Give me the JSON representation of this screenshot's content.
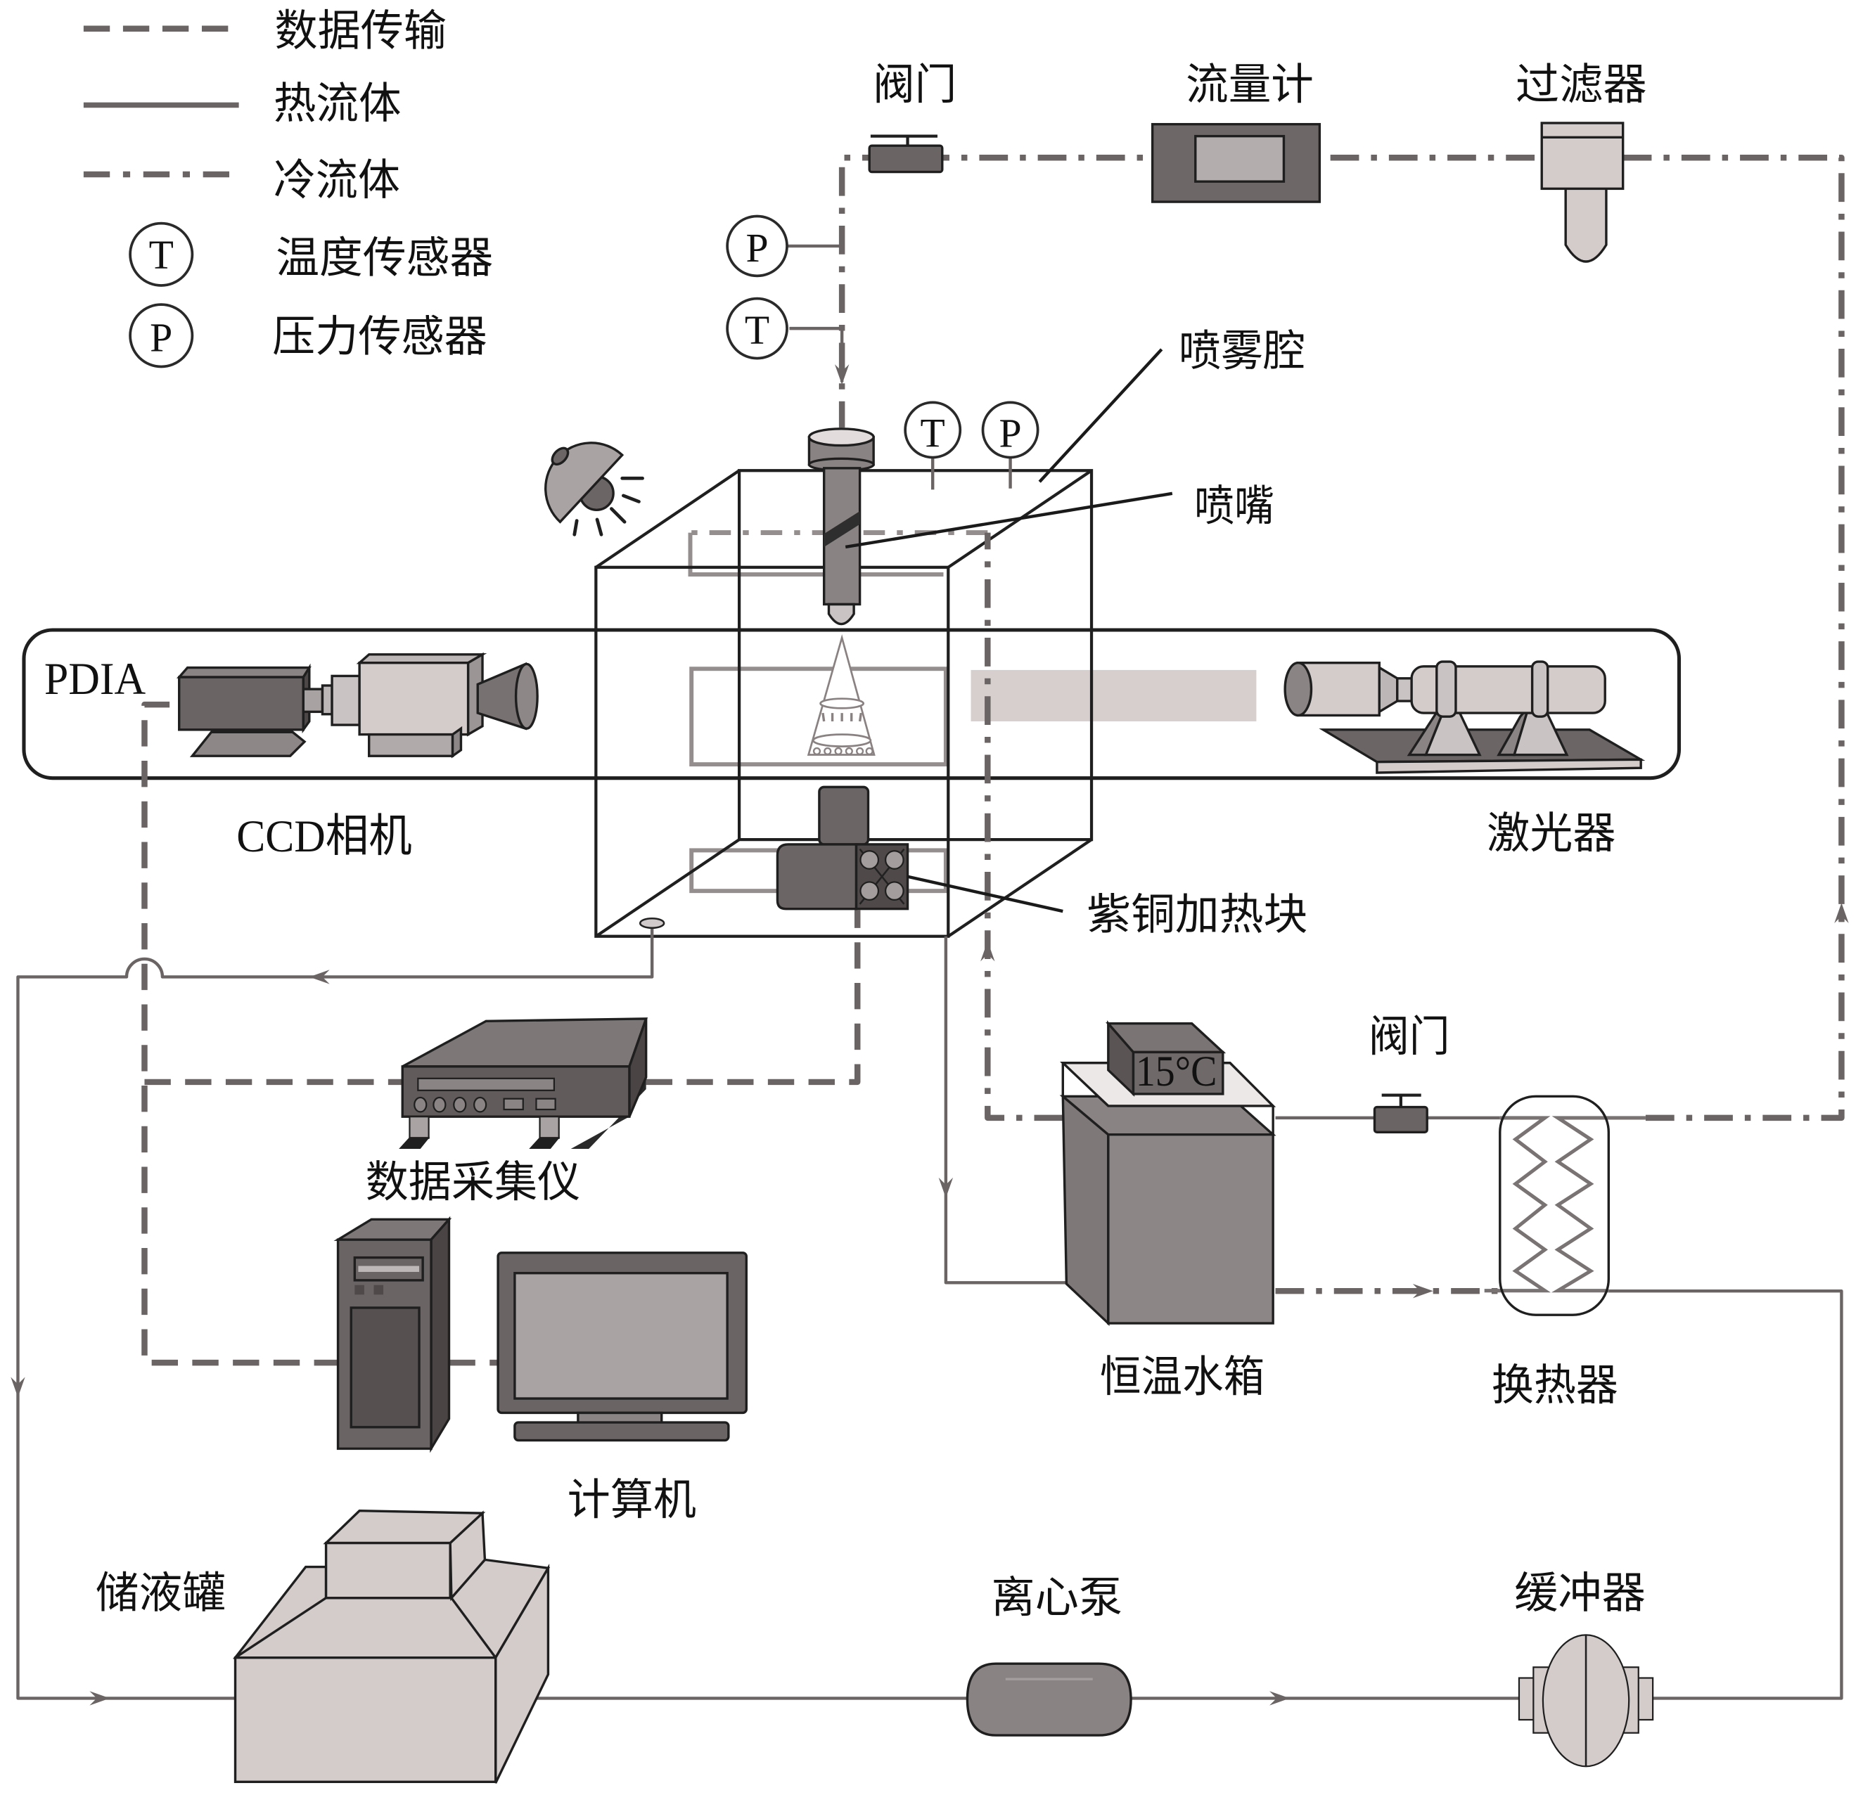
{
  "legend": {
    "items": [
      {
        "symbol": "dashed-line",
        "label": "数据传输"
      },
      {
        "symbol": "solid-line",
        "label": "热流体"
      },
      {
        "symbol": "dash-dot-line",
        "label": "冷流体"
      },
      {
        "symbol": "T",
        "label": "温度传感器"
      },
      {
        "symbol": "P",
        "label": "压力传感器"
      }
    ]
  },
  "labels": {
    "valve_top": "阀门",
    "flowmeter": "流量计",
    "filter": "过滤器",
    "spray_chamber": "喷雾腔",
    "nozzle": "喷嘴",
    "pdia": "PDIA",
    "ccd_camera": "CCD相机",
    "laser": "激光器",
    "copper_heating_block": "紫铜加热块",
    "valve_bottom": "阀门",
    "thermostatic_water_tank": "恒温水箱",
    "heat_exchanger": "换热器",
    "data_acquisition_unit": "数据采集仪",
    "computer": "计算机",
    "liquid_storage_tank": "储液罐",
    "centrifugal_pump": "离心泵",
    "buffer": "缓冲器"
  },
  "sensors": {
    "temperature": "T",
    "pressure": "P"
  },
  "tank_display": "15°C",
  "colors": {
    "line": "#6b6464",
    "outline": "#1f1f1f",
    "loop": "#958e8e",
    "dark_fill": "#6a6464",
    "mid_fill": "#8a8383",
    "light_fill": "#d3cccb",
    "beam": "#d6cfce",
    "background": "#ffffff"
  }
}
